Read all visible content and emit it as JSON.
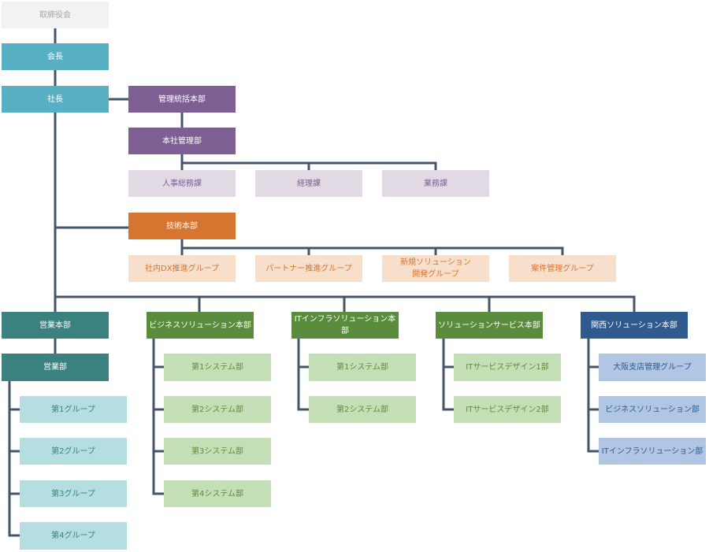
{
  "org": {
    "board": "取締役会",
    "chairman": "会長",
    "president": "社長",
    "admin": {
      "head": "管理統括本部",
      "sub": "本社管理部",
      "sections": [
        "人事総務課",
        "経理課",
        "業務課"
      ]
    },
    "tech": {
      "head": "技術本部",
      "groups": [
        "社内DX推進グループ",
        "パートナー推進グループ",
        "新規ソリューション\n開発グループ",
        "案件管理グループ"
      ]
    },
    "sales": {
      "head": "営業本部",
      "sub": "営業部",
      "groups": [
        "第1グループ",
        "第2グループ",
        "第3グループ",
        "第4グループ"
      ]
    },
    "business": {
      "head": "ビジネスソリューション本部",
      "depts": [
        "第1システム部",
        "第2システム部",
        "第3システム部",
        "第4システム部"
      ]
    },
    "itinfra": {
      "head": "ITインフラソリューション本部",
      "depts": [
        "第1システム部",
        "第2システム部"
      ]
    },
    "service": {
      "head": "ソリューションサービス本部",
      "depts": [
        "ITサービスデザイン1部",
        "ITサービスデザイン2部"
      ]
    },
    "kansai": {
      "head": "関西ソリューション本部",
      "depts": [
        "大阪支店管理グループ",
        "ビジネスソリューション部",
        "ITインフラソリューション部"
      ]
    }
  },
  "colors": {
    "connector": "#44546a",
    "board": "#f2f2f2",
    "executive": "#58b0c5",
    "admin": "#7e5f94",
    "tech": "#d5752f",
    "sales": "#3a8180",
    "green": "#5a8c3d",
    "navy": "#2e5a8e"
  }
}
